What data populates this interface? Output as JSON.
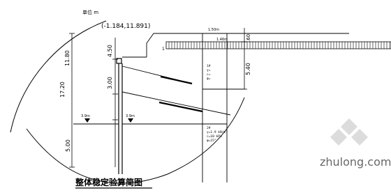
{
  "drawing": {
    "unit_label": "单位 m",
    "center_coord": "(-1.184,11.891)",
    "title": "整体稳定验算简图",
    "watermark": "zhulong.com",
    "accent_color": "#000000"
  },
  "dimensions": {
    "total_left": "17.20",
    "sub_left": "11.80",
    "d1": "4.50",
    "d2": "3.00",
    "d3": "5.00",
    "d_right_top": ".60",
    "d_right_mid": "5.40"
  },
  "labels": {
    "top_tag": "1.50m",
    "right_tag": "1.46m",
    "water_left": "3.9m",
    "water_mid": "3.9m",
    "mark_one": "1"
  },
  "soil_layers": [
    {
      "lines": [
        "1#",
        "γ=",
        "c=",
        "φ="
      ]
    },
    {
      "lines": [
        "2#",
        "γ=1.9 kN/m³",
        "c=10 kPa",
        "φ=15°"
      ]
    }
  ]
}
